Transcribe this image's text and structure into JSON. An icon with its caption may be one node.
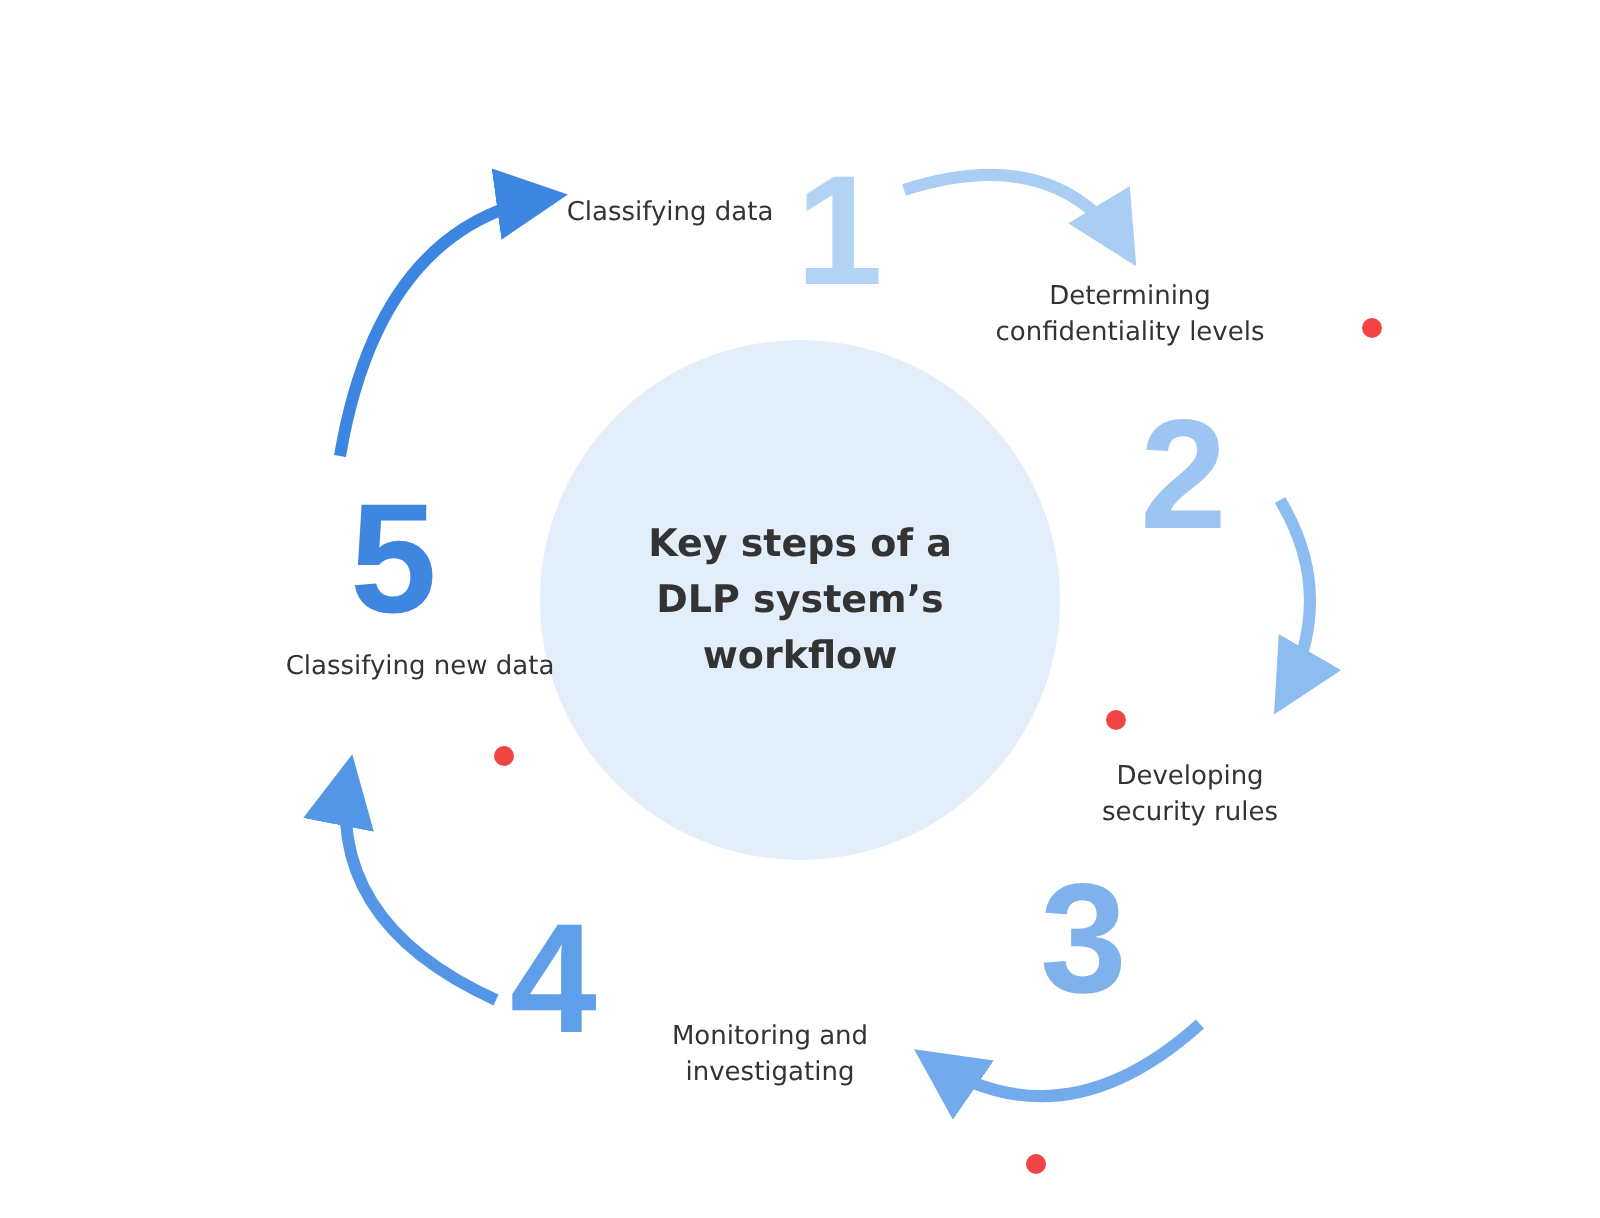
{
  "diagram": {
    "nodes": [
      {
        "text": [
          "Key steps of a DLP system’s workflow"
        ]
      },
      {
        "text": [
          "Classifying data",
          "1"
        ]
      },
      {
        "text": [
          "Determining confidentiality levels",
          "2"
        ]
      },
      {
        "text": [
          "Developing security rules",
          "3"
        ]
      },
      {
        "text": [
          "4",
          "Monitoring and investigating"
        ]
      },
      {
        "text": [
          "5",
          "Classifying new data"
        ]
      }
    ],
    "edges": [
      {
        "from": 1,
        "to": 2,
        "arrow": "to",
        "color": "#a9cdf3"
      },
      {
        "from": 2,
        "to": 3,
        "arrow": "to",
        "color": "#8dbcf0"
      },
      {
        "from": 3,
        "to": 4,
        "arrow": "to",
        "color": "#72aaeb"
      },
      {
        "from": 4,
        "to": 5,
        "arrow": "to",
        "color": "#5396e6"
      },
      {
        "from": 5,
        "to": 1,
        "arrow": "to",
        "color": "#3c85e0"
      }
    ]
  }
}
